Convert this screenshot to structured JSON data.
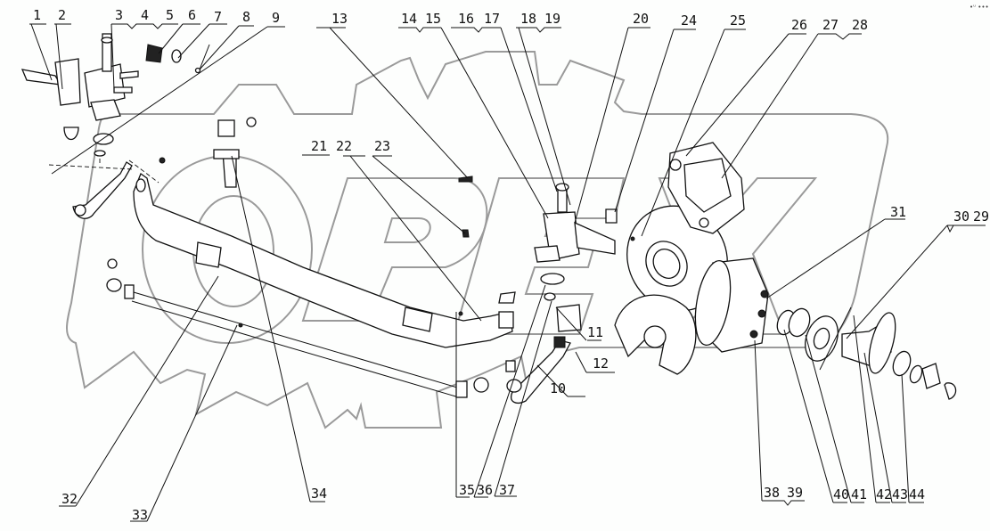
{
  "diagram": {
    "title": "Front axle assembly exploded view",
    "watermark": "OPEX",
    "corner_mark": "•ᵘ •••",
    "callouts": [
      {
        "id": "1",
        "text": "1"
      },
      {
        "id": "2",
        "text": "2"
      },
      {
        "id": "3",
        "text": "3"
      },
      {
        "id": "4",
        "text": "4"
      },
      {
        "id": "5",
        "text": "5"
      },
      {
        "id": "6",
        "text": "6"
      },
      {
        "id": "7",
        "text": "7"
      },
      {
        "id": "8",
        "text": "8"
      },
      {
        "id": "9",
        "text": "9"
      },
      {
        "id": "10",
        "text": "10"
      },
      {
        "id": "11",
        "text": "11"
      },
      {
        "id": "12",
        "text": "12"
      },
      {
        "id": "13",
        "text": "13"
      },
      {
        "id": "14",
        "text": "14"
      },
      {
        "id": "15",
        "text": "15"
      },
      {
        "id": "16",
        "text": "16"
      },
      {
        "id": "17",
        "text": "17"
      },
      {
        "id": "18",
        "text": "18"
      },
      {
        "id": "19",
        "text": "19"
      },
      {
        "id": "20",
        "text": "20"
      },
      {
        "id": "21",
        "text": "21"
      },
      {
        "id": "22",
        "text": "22"
      },
      {
        "id": "23",
        "text": "23"
      },
      {
        "id": "24",
        "text": "24"
      },
      {
        "id": "25",
        "text": "25"
      },
      {
        "id": "26",
        "text": "26"
      },
      {
        "id": "27",
        "text": "27"
      },
      {
        "id": "28",
        "text": "28"
      },
      {
        "id": "29",
        "text": "29"
      },
      {
        "id": "30",
        "text": "30"
      },
      {
        "id": "31",
        "text": "31"
      },
      {
        "id": "32",
        "text": "32"
      },
      {
        "id": "33",
        "text": "33"
      },
      {
        "id": "34",
        "text": "34"
      },
      {
        "id": "35",
        "text": "35"
      },
      {
        "id": "36",
        "text": "36"
      },
      {
        "id": "37",
        "text": "37"
      },
      {
        "id": "38",
        "text": "38"
      },
      {
        "id": "39",
        "text": "39"
      },
      {
        "id": "40",
        "text": "40"
      },
      {
        "id": "41",
        "text": "41"
      },
      {
        "id": "42",
        "text": "42"
      },
      {
        "id": "43",
        "text": "43"
      },
      {
        "id": "44",
        "text": "44"
      }
    ]
  }
}
